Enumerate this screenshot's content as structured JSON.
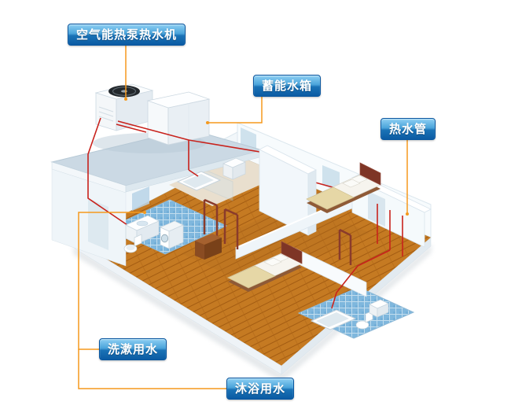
{
  "diagram": {
    "callouts": [
      {
        "id": "heat-pump",
        "label": "空气能热泵热水机"
      },
      {
        "id": "storage-tank",
        "label": "蓄能水箱"
      },
      {
        "id": "hot-water-pipe",
        "label": "热水管"
      },
      {
        "id": "washing-water",
        "label": "洗漱用水"
      },
      {
        "id": "bathing-water",
        "label": "沐浴用水"
      }
    ],
    "colors": {
      "callout_gradient_top": "#8ed0f3",
      "callout_gradient_bottom": "#0b5ba3",
      "callout_text": "#ffffff",
      "leader_line": "#f5991d",
      "hot_water_pipe_red": "#c8221c",
      "roof_platform": "#cbd9e4",
      "wall_white": "#f5fafc",
      "wood_floor": "#c57a22",
      "tile_floor": "#7fb7dd"
    }
  }
}
